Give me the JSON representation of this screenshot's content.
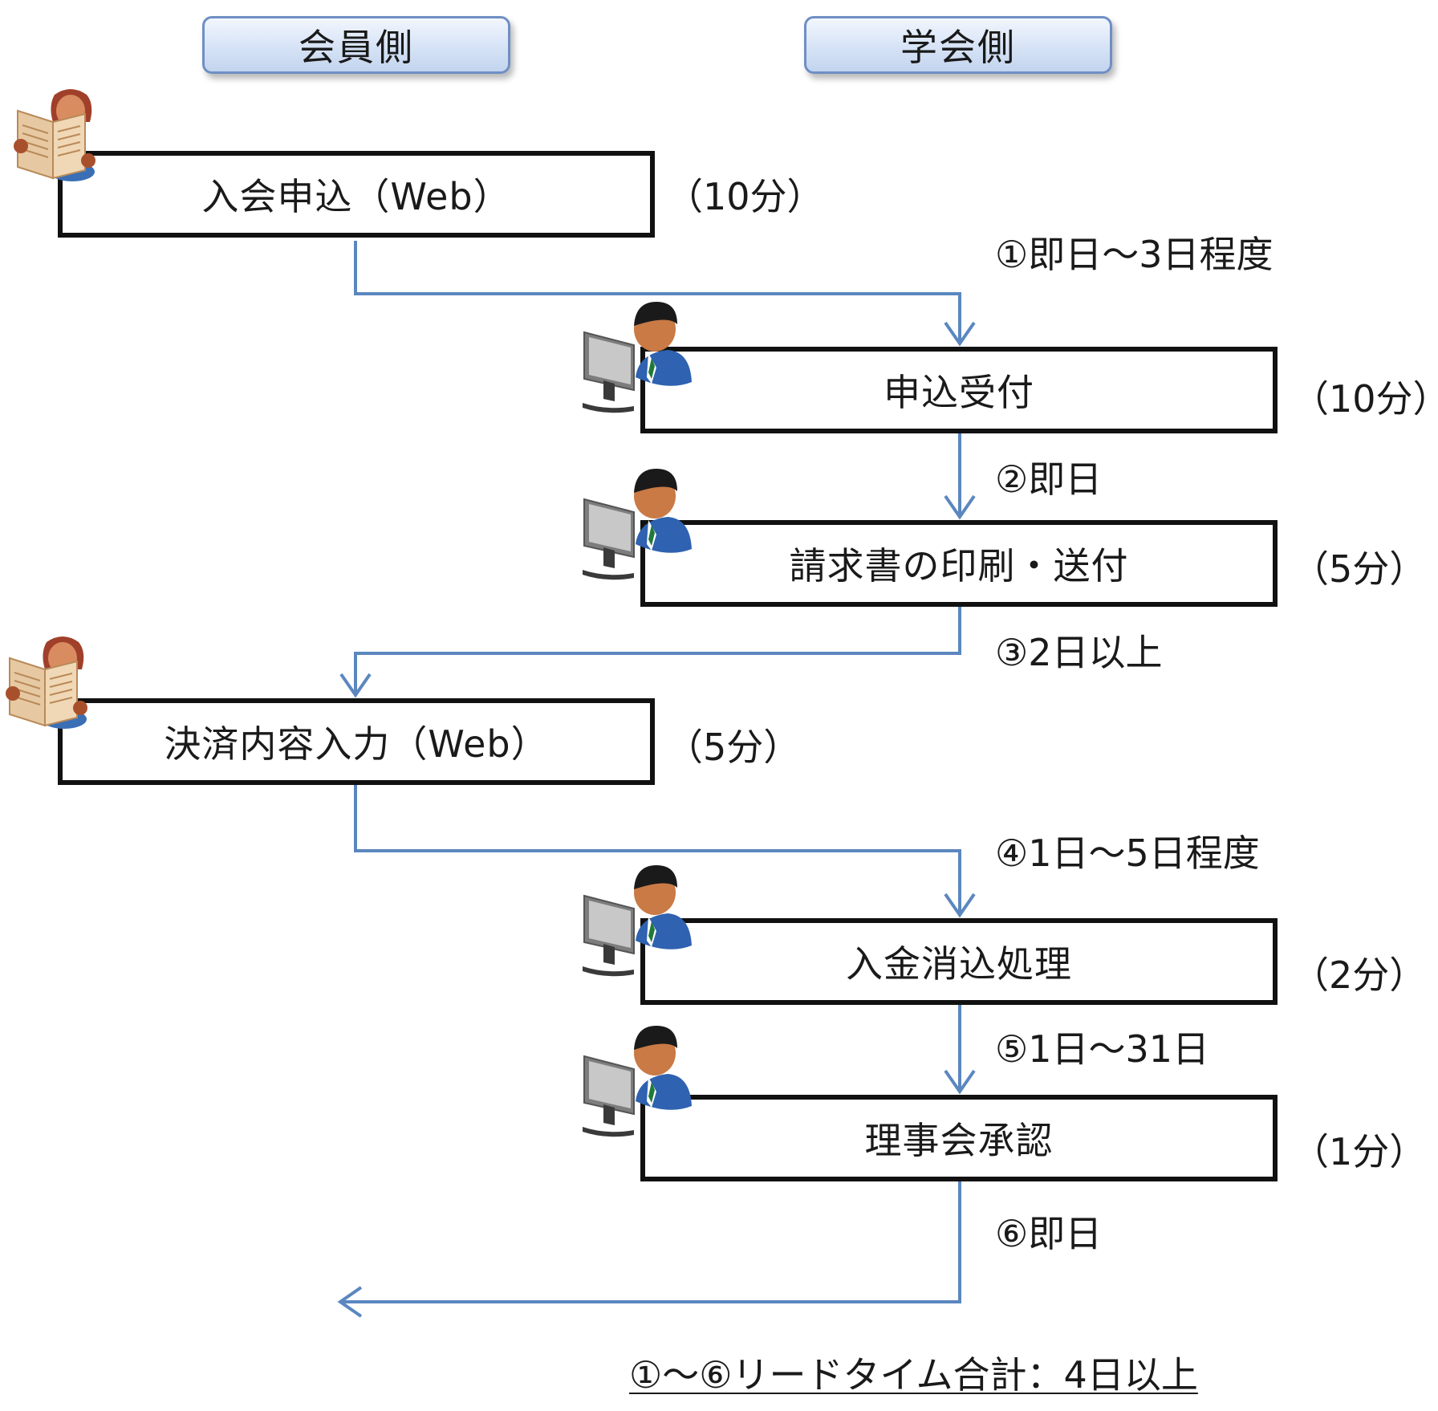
{
  "lanes": {
    "member": "会員側",
    "society": "学会側"
  },
  "steps": [
    {
      "label": "入会申込（Web）",
      "duration": "（10分）",
      "actor": "member-reading-icon"
    },
    {
      "label": "申込受付",
      "duration": "（10分）",
      "actor": "staff-computer-icon"
    },
    {
      "label": "請求書の印刷・送付",
      "duration": "（5分）",
      "actor": "staff-computer-icon"
    },
    {
      "label": "決済内容入力（Web）",
      "duration": "（5分）",
      "actor": "member-reading-icon"
    },
    {
      "label": "入金消込処理",
      "duration": "（2分）",
      "actor": "staff-computer-icon"
    },
    {
      "label": "理事会承認",
      "duration": "（1分）",
      "actor": "staff-computer-icon"
    }
  ],
  "lead_times": [
    "①即日～3日程度",
    "②即日",
    "③2日以上",
    "④1日～5日程度",
    "⑤1日～31日",
    "⑥即日"
  ],
  "total": "①～⑥リードタイム合計：4日以上",
  "colors": {
    "connector": "#5b87bf",
    "box_border": "#111111",
    "lane_border": "#6f8fc4"
  }
}
